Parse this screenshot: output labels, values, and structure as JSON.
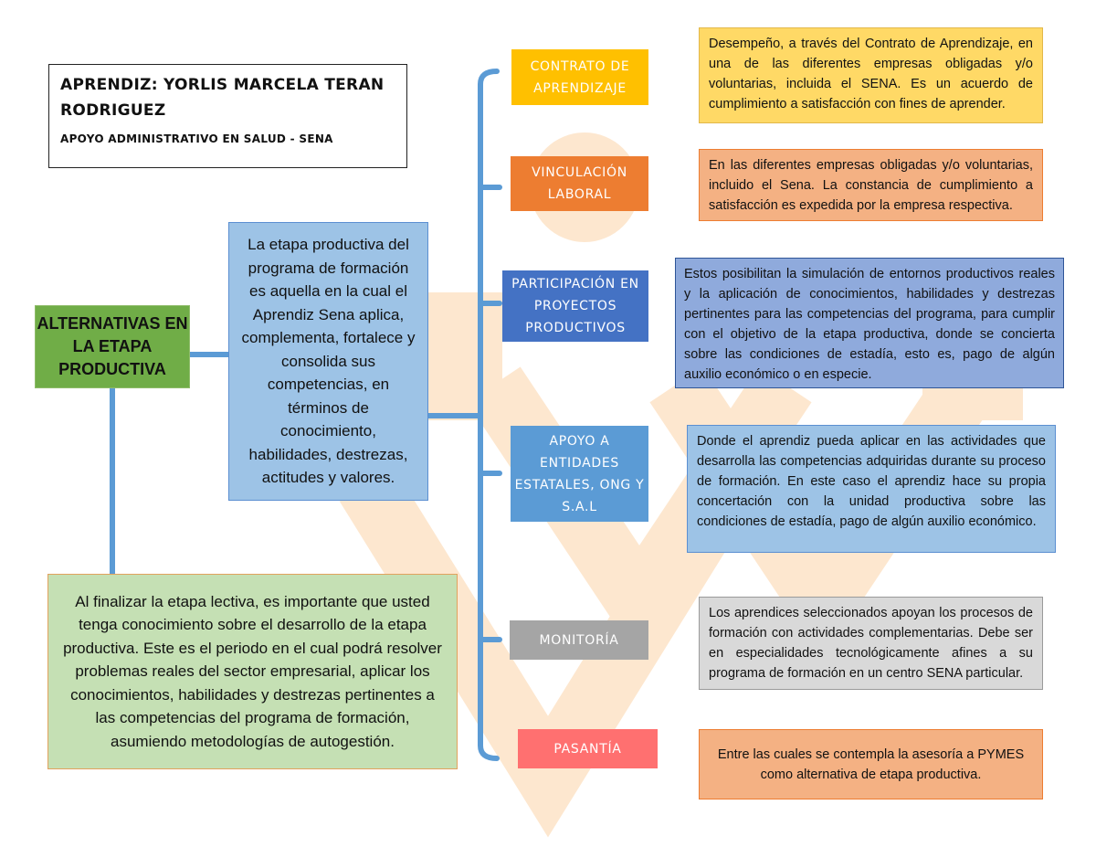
{
  "header": {
    "title": "APRENDIZ: YORLIS MARCELA TERAN RODRIGUEZ",
    "subtitle": "APOYO ADMINISTRATIVO EN SALUD - SENA"
  },
  "central_node": "ALTERNATIVAS EN LA ETAPA PRODUCTIVA",
  "definition": "La etapa productiva del programa de formación es aquella en la cual el Aprendiz Sena aplica, complementa, fortalece y consolida sus competencias, en términos de conocimiento, habilidades, destrezas, actitudes y valores.",
  "intro": "Al finalizar la etapa lectiva, es importante que usted tenga conocimiento sobre el desarrollo de la etapa productiva. Este es el periodo en el cual podrá resolver problemas reales del sector empresarial, aplicar los conocimientos, habilidades y destrezas pertinentes a las competencias del programa de formación, asumiendo metodologías de autogestión.",
  "alternatives": [
    {
      "label": "CONTRATO DE APRENDIZAJE",
      "color": "#ffc000",
      "description": "Desempeño, a través del Contrato de Aprendizaje, en una de las diferentes empresas obligadas y/o voluntarias, incluida el SENA. Es un acuerdo de cumplimiento a satisfacción con fines de aprender."
    },
    {
      "label": "VINCULACIÓN LABORAL",
      "color": "#ed7d31",
      "description": "En las diferentes empresas obligadas y/o voluntarias, incluido el Sena. La constancia de cumplimiento a satisfacción es expedida por la empresa respectiva."
    },
    {
      "label": "PARTICIPACIÓN EN PROYECTOS PRODUCTIVOS",
      "color": "#4472c4",
      "description": "Estos posibilitan la simulación de entornos productivos reales y la aplicación de conocimientos, habilidades y destrezas pertinentes para las competencias del programa, para cumplir con el objetivo de la etapa productiva, donde se concierta sobre las condiciones de estadía, esto es, pago de algún auxilio económico o en especie."
    },
    {
      "label": "APOYO A ENTIDADES ESTATALES, ONG Y S.A.L",
      "color": "#5b9bd5",
      "description": "Donde el aprendiz pueda aplicar en las actividades que desarrolla las competencias adquiridas durante su proceso de formación. En este caso el aprendiz hace su propia concertación con la unidad productiva sobre las condiciones de estadía, pago de algún auxilio económico."
    },
    {
      "label": "MONITORÍA",
      "color": "#a5a5a5",
      "description": "Los aprendices seleccionados apoyan los procesos de formación con actividades complementarias. Debe ser en especialidades tecnológicamente afines a su programa de formación en un centro SENA particular."
    },
    {
      "label": "PASANTÍA",
      "color": "#ff7070",
      "description": "Entre las cuales se contempla la asesoría a PYMES como alternativa de etapa productiva."
    }
  ]
}
